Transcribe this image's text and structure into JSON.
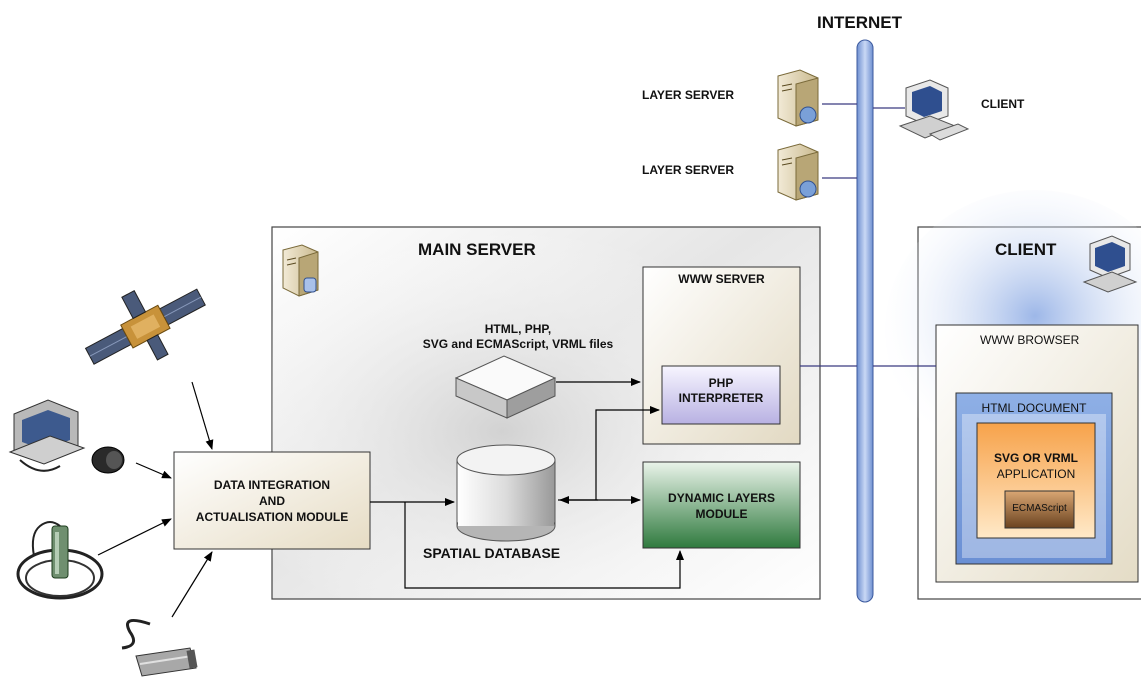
{
  "internet": {
    "label": "INTERNET"
  },
  "layer_servers": [
    {
      "label": "LAYER SERVER"
    },
    {
      "label": "LAYER SERVER"
    }
  ],
  "remote_client": {
    "label": "CLIENT"
  },
  "main_server": {
    "title": "MAIN SERVER",
    "files_label": [
      "HTML, PHP,",
      "SVG and ECMAScript, VRML files"
    ],
    "spatial_db": "SPATIAL DATABASE",
    "www_server": {
      "title": "WWW SERVER",
      "php": [
        "PHP",
        "INTERPRETER"
      ]
    },
    "dynamic_layers": [
      "DYNAMIC LAYERS",
      "MODULE"
    ]
  },
  "data_module": {
    "lines": [
      "DATA INTEGRATION",
      "AND",
      "ACTUALISATION MODULE"
    ]
  },
  "client_panel": {
    "title": "CLIENT",
    "browser": "WWW BROWSER",
    "html_doc": "HTML DOCUMENT",
    "app": [
      "SVG OR VRML",
      "APPLICATION"
    ],
    "ecma": "ECMAScript"
  },
  "icons": [
    "satellite-icon",
    "field-laptop-icon",
    "coil-sensor-icon",
    "probe-sensor-icon",
    "server-icon",
    "computer-icon"
  ]
}
